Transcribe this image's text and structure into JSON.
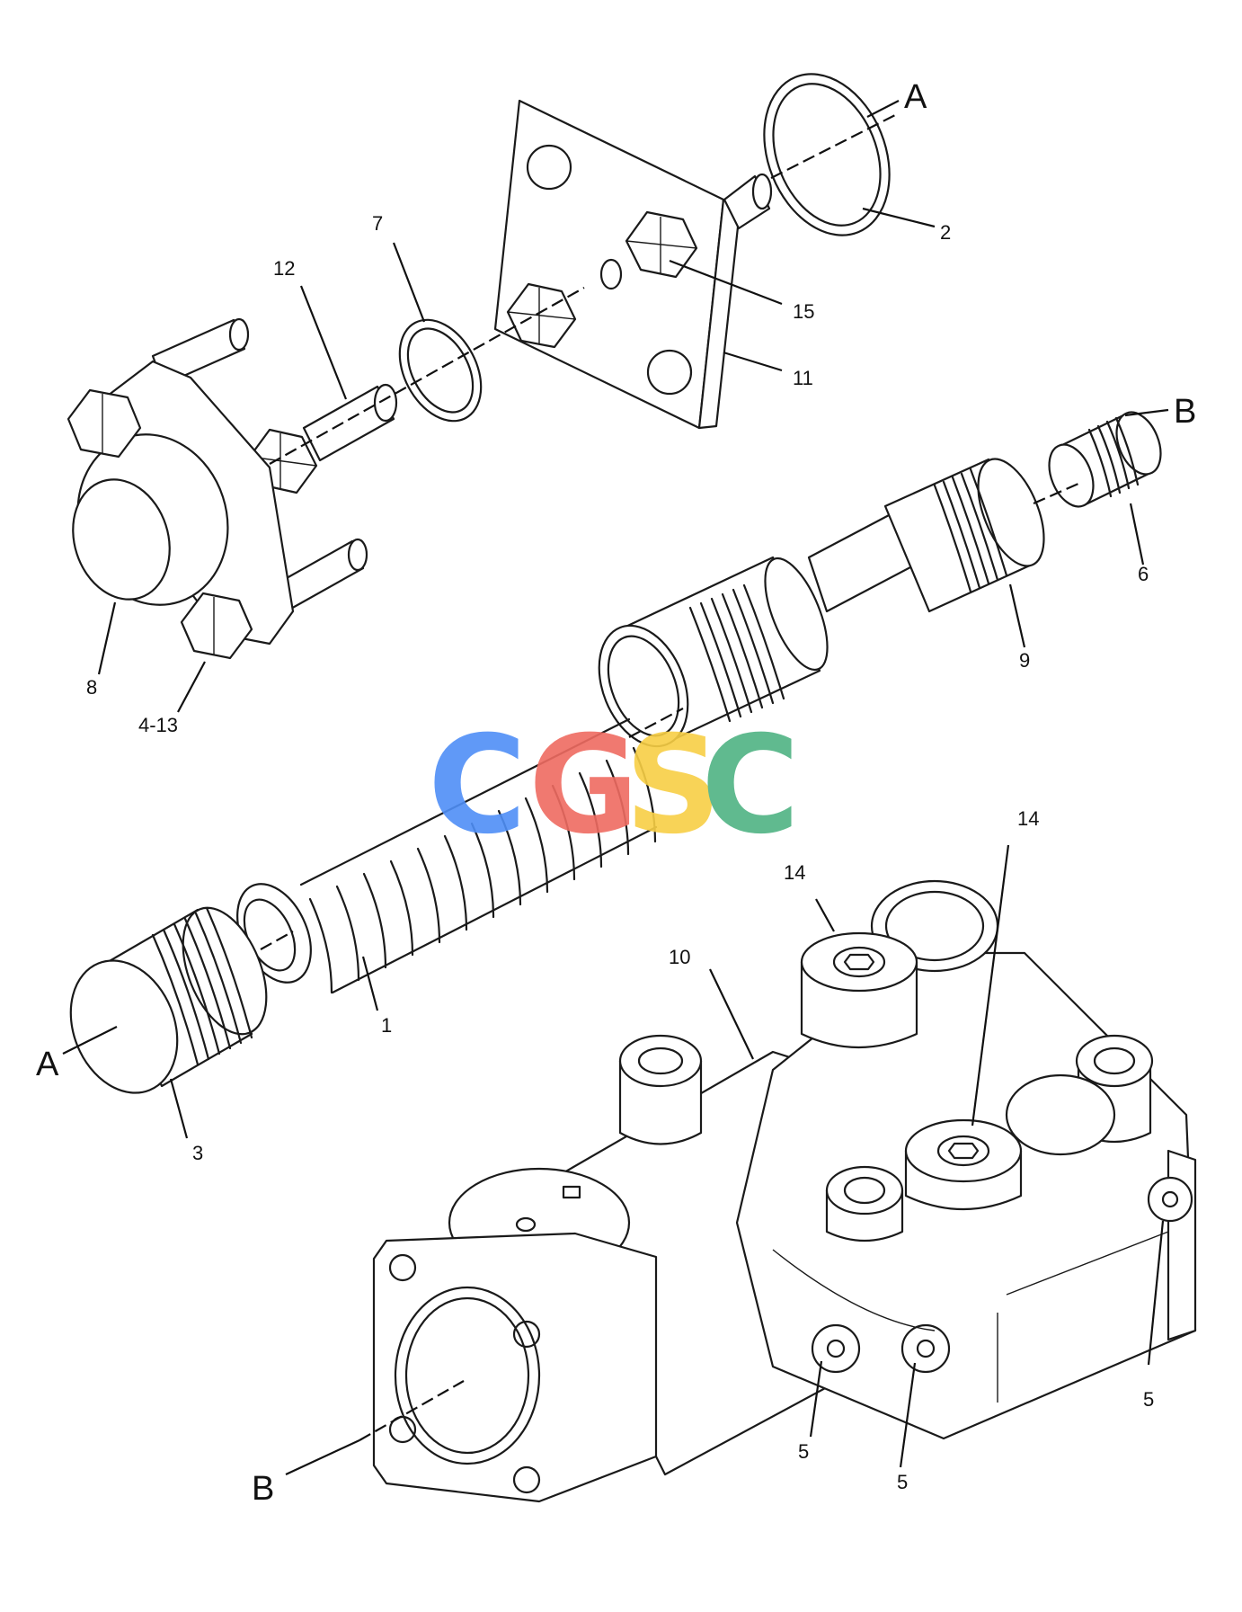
{
  "callouts": {
    "p1": "1",
    "p2": "2",
    "p3": "3",
    "p4_13": "4-13",
    "p5a": "5",
    "p5b": "5",
    "p5c": "5",
    "p6": "6",
    "p7": "7",
    "p8": "8",
    "p9": "9",
    "p10": "10",
    "p11": "11",
    "p12": "12",
    "p14a": "14",
    "p14b": "14",
    "p15": "15"
  },
  "refs": {
    "a_top": "A",
    "a_left": "A",
    "b_top": "B",
    "b_bottom": "B"
  },
  "watermark": {
    "letters": [
      "C",
      "G",
      "S",
      "C"
    ],
    "colors": [
      "#4f8ff7",
      "#ef6b61",
      "#f8cf45",
      "#4fb383"
    ]
  }
}
